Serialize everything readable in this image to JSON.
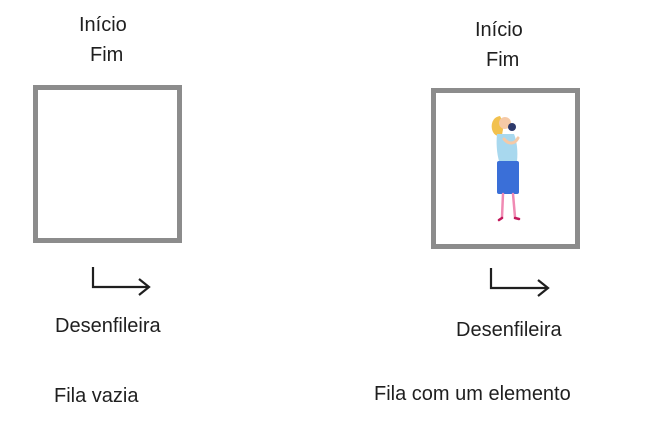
{
  "left_panel": {
    "start_label": "Início",
    "end_label": "Fim",
    "action_label": "Desenfileira",
    "caption": "Fila vazia"
  },
  "right_panel": {
    "start_label": "Início",
    "end_label": "Fim",
    "action_label": "Desenfileira",
    "caption": "Fila com um elemento",
    "element": "person-holding-baby-illustration"
  },
  "colors": {
    "box_border": "#8c8c8c",
    "arrow": "#1f1f1f",
    "figure_hair": "#f2c14e",
    "figure_top": "#a8d8ee",
    "figure_skirt": "#3a6fd8",
    "figure_legs": "#f08ab3"
  }
}
